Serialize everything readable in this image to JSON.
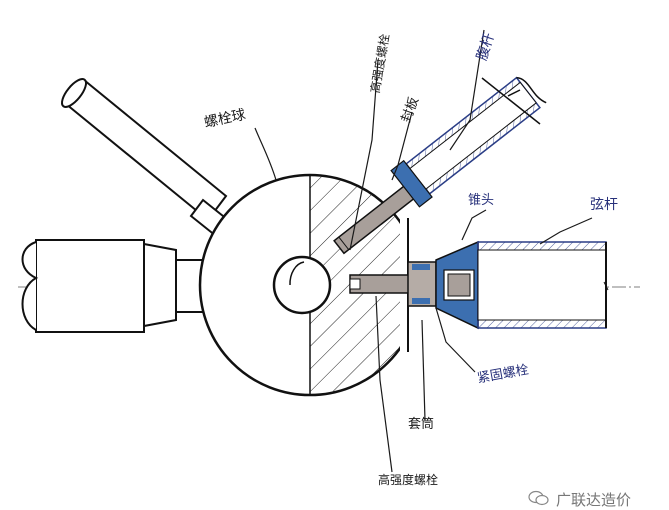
{
  "labels": {
    "bolt_ball": "螺栓球",
    "hs_bolt_top": "高强度螺栓",
    "web_member": "腹杆",
    "sealing_plate": "封板",
    "cone_head": "锥头",
    "chord_member": "弦杆",
    "fastening_bolt": "紧固螺栓",
    "sleeve": "套筒",
    "hs_bolt_bottom": "高强度螺栓"
  },
  "watermark": "广联达造价",
  "colors": {
    "ink": "#1a1a1a",
    "blue": "#27307a",
    "blue_fill": "#3c6fb0",
    "gray_fill": "#a89f9a"
  }
}
